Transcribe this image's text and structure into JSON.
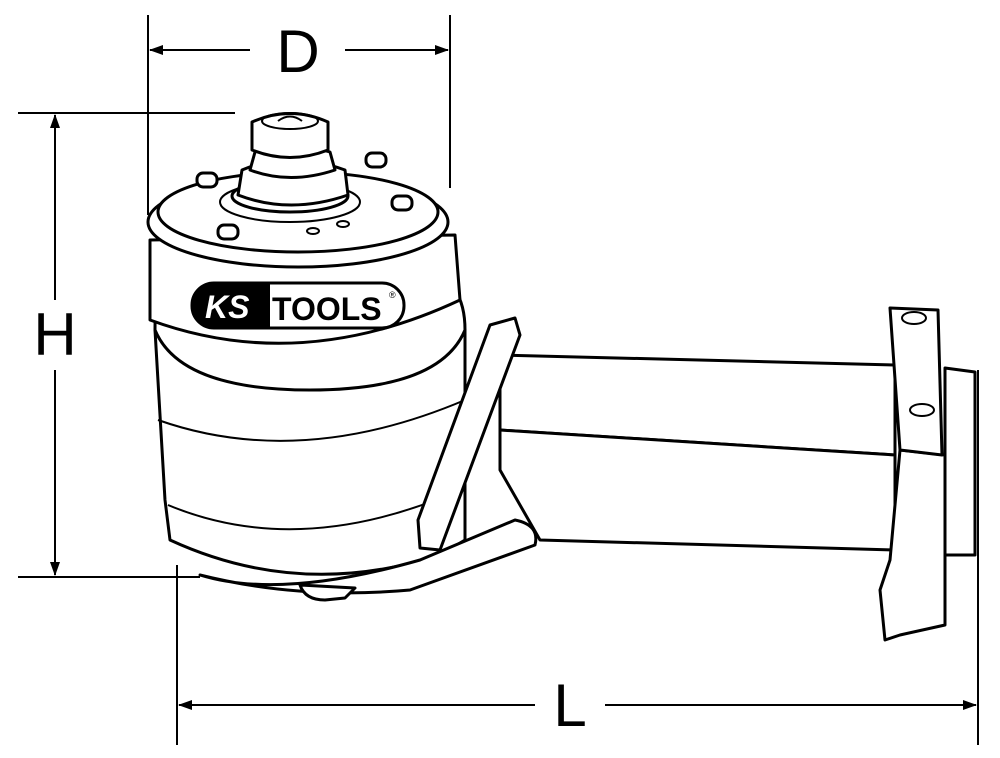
{
  "dimensions": {
    "diameter_label": "D",
    "height_label": "H",
    "length_label": "L"
  },
  "logo": {
    "brand_prefix": "KS",
    "brand_suffix": "TOOLS",
    "registered_mark": "®"
  },
  "colors": {
    "line": "#000000",
    "background": "#ffffff"
  }
}
